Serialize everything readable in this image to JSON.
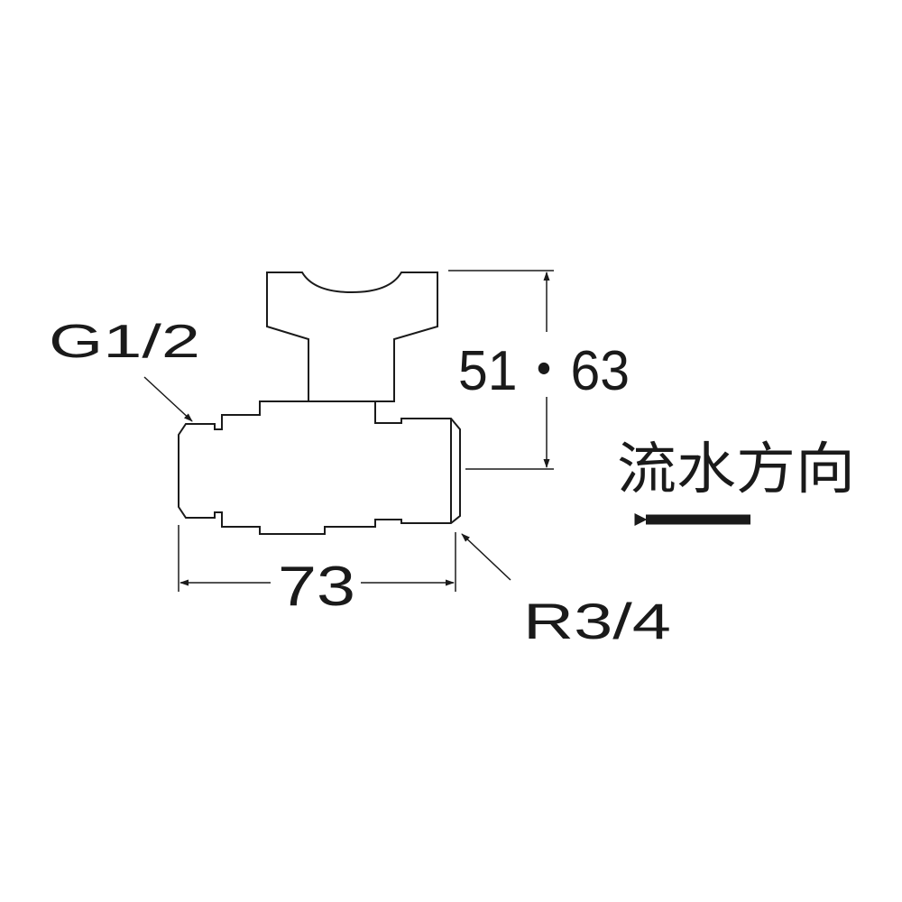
{
  "labels": {
    "inlet_thread": "G1/2",
    "outlet_thread": "R3/4",
    "height_dims": "51・63",
    "length_dim": "73",
    "flow_direction": "流水方向"
  },
  "colors": {
    "line": "#1a1a1a",
    "background": "#ffffff"
  }
}
